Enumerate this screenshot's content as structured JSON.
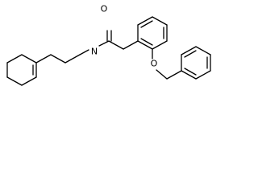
{
  "atom_labels": {
    "carbonyl_oxygen": "O",
    "amide_nitrogen": "N",
    "ether_oxygen": "O"
  }
}
